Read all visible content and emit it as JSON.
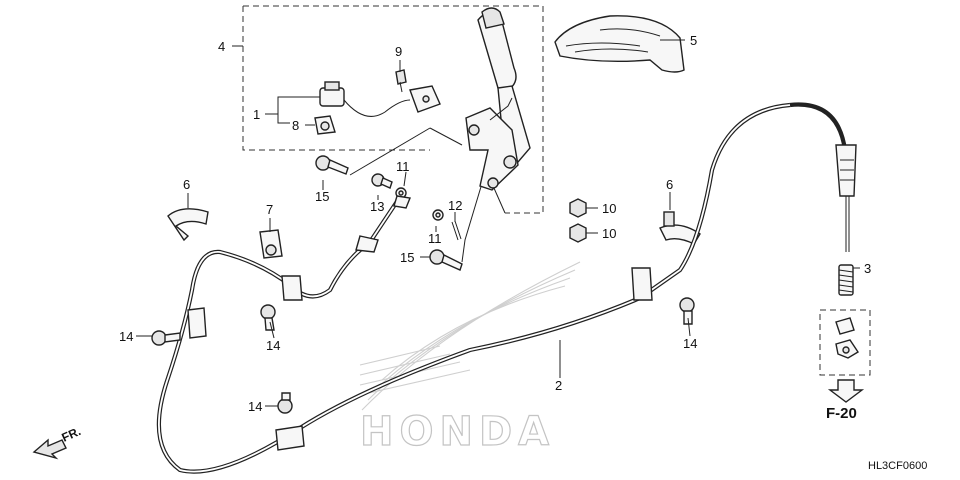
{
  "diagram": {
    "callouts": {
      "c1": "1",
      "c2": "2",
      "c3": "3",
      "c4": "4",
      "c5": "5",
      "c6a": "6",
      "c6b": "6",
      "c7": "7",
      "c8": "8",
      "c9": "9",
      "c10a": "10",
      "c10b": "10",
      "c11a": "11",
      "c11b": "11",
      "c12": "12",
      "c13": "13",
      "c14a": "14",
      "c14b": "14",
      "c14c": "14",
      "c14d": "14",
      "c15a": "15",
      "c15b": "15"
    },
    "reference": "F-20",
    "direction": "FR.",
    "diagram_code": "HL3CF0600",
    "watermark": "HONDA"
  }
}
